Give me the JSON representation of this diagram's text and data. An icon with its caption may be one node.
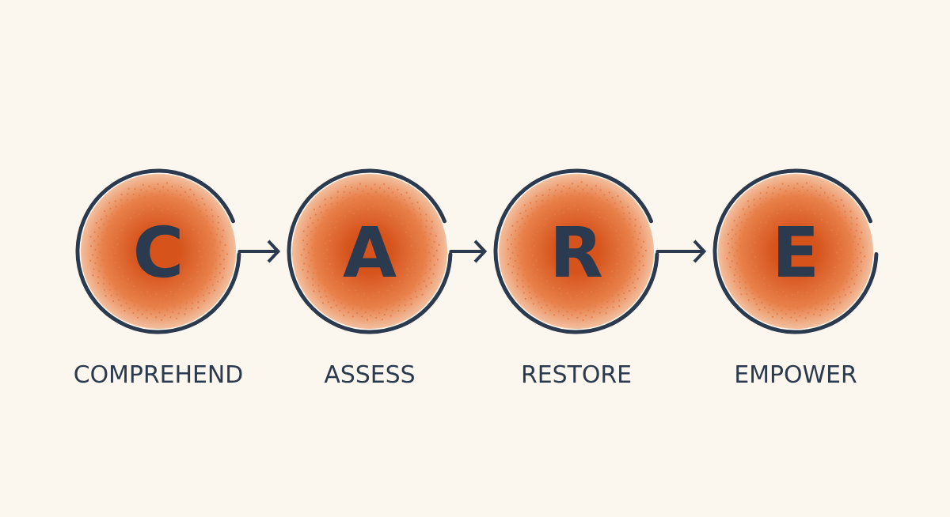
{
  "diagram": {
    "nodes": [
      {
        "text": [
          "C"
        ],
        "beside": [
          "COMPREHEND"
        ]
      },
      {
        "text": [
          "A"
        ],
        "beside": [
          "ASSESS"
        ]
      },
      {
        "text": [
          "R"
        ],
        "beside": [
          "RESTORE"
        ]
      },
      {
        "text": [
          "E"
        ],
        "beside": [
          "EMPOWER"
        ]
      }
    ],
    "edges": [
      {
        "from": 0,
        "to": 1,
        "arrow": "to"
      },
      {
        "from": 1,
        "to": 2,
        "arrow": "to"
      },
      {
        "from": 2,
        "to": 3,
        "arrow": "to"
      }
    ]
  }
}
